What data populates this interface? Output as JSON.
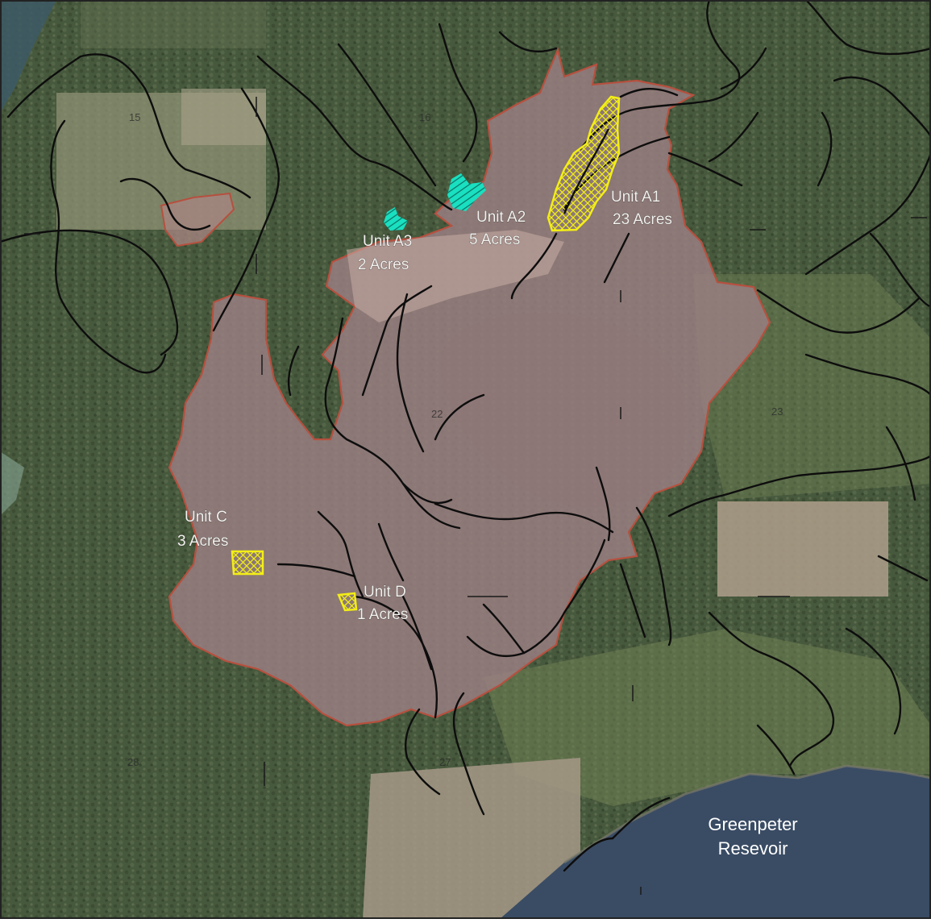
{
  "colors": {
    "forest_dark": "#3f4f36",
    "forest_mid": "#556647",
    "forest_light": "#6f7f57",
    "clearcut": "#a99a87",
    "burn_fill": "#9b7f83",
    "burn_outline": "#b6503f",
    "road": "#0d0d0d",
    "water": "#3a4c64",
    "unit_yellow": "#f3ee16",
    "unit_cyan": "#19e0c0",
    "label_white": "#f4f2ee"
  },
  "labels": {
    "unit_a1": {
      "name": "Unit A1",
      "acres": "23  Acres"
    },
    "unit_a2": {
      "name": "Unit A2",
      "acres": "5  Acres"
    },
    "unit_a3": {
      "name": "Unit A3",
      "acres": "2  Acres"
    },
    "unit_c": {
      "name": "Unit C",
      "acres": "3  Acres"
    },
    "unit_d": {
      "name": "Unit D",
      "acres": "1  Acres"
    }
  },
  "reservoir": {
    "line1": "Greenpeter",
    "line2": "Resevoir"
  },
  "section_numbers": {
    "s15": "15",
    "s16": "16",
    "s22": "22",
    "s23": "23",
    "s27": "27",
    "s28": "28"
  }
}
